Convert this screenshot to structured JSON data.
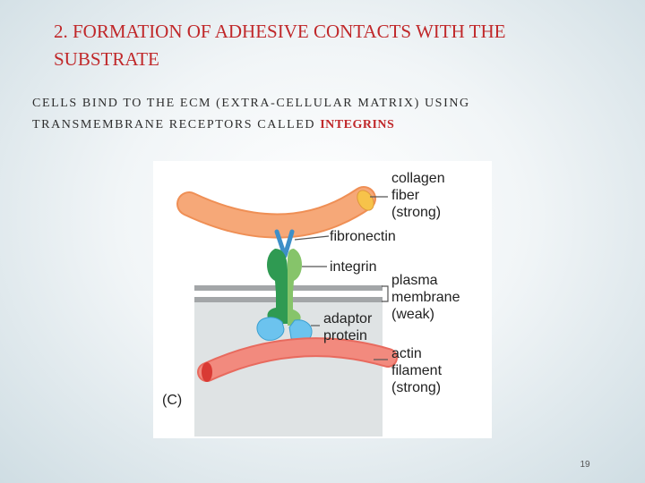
{
  "slide": {
    "title": "2. FORMATION OF ADHESIVE CONTACTS WITH THE SUBSTRATE",
    "subtitle_prefix": "CELLS BIND TO THE ECM (EXTRA-CELLULAR MATRIX) USING TRANSMEMBRANE RECEPTORS CALLED ",
    "subtitle_highlight": "INTEGRINS",
    "page_number": "19"
  },
  "figure": {
    "panel_label": "(C)",
    "labels": {
      "collagen": [
        "collagen",
        "fiber",
        "(strong)"
      ],
      "fibronectin": "fibronectin",
      "integrin": "integrin",
      "membrane": [
        "plasma",
        "membrane",
        "(weak)"
      ],
      "adaptor": [
        "adaptor",
        "protein"
      ],
      "actin": [
        "actin",
        "filament",
        "(strong)"
      ]
    }
  },
  "colors": {
    "title": "#c0282a",
    "collagen": "#f6a878",
    "fibronectin": "#3d8fc8",
    "integrin_dark": "#2f9a52",
    "integrin_light": "#86c46a",
    "adaptor": "#6cc3ee",
    "actin": "#f28a7e",
    "membrane": "#a3a6a8",
    "cytoplasm": "#dfe3e4"
  }
}
